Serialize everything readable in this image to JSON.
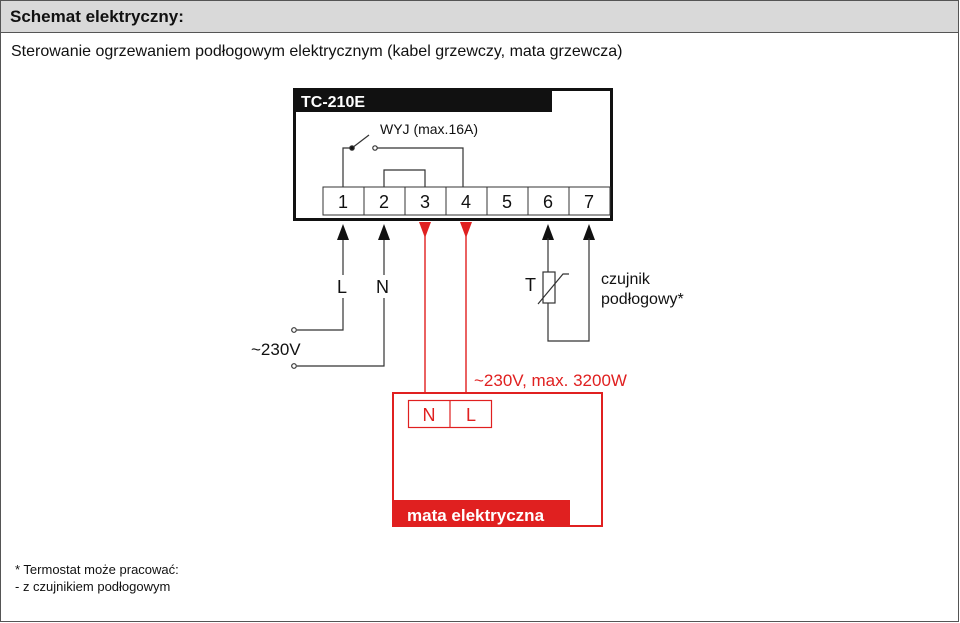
{
  "header": {
    "title": "Schemat elektryczny:"
  },
  "subtitle": "Sterowanie ogrzewaniem podłogowym elektrycznym (kabel grzewczy, mata grzewcza)",
  "controller": {
    "model": "TC-210E",
    "relay_label": "WYJ (max.16A)",
    "terminals": [
      "1",
      "2",
      "3",
      "4",
      "5",
      "6",
      "7"
    ]
  },
  "supply": {
    "l_label": "L",
    "n_label": "N",
    "voltage": "~230V"
  },
  "sensor": {
    "symbol": "T",
    "label_line1": "czujnik",
    "label_line2": "podłogowy*"
  },
  "load": {
    "rating": "~230V, max. 3200W",
    "terminals": [
      "N",
      "L"
    ],
    "name": "mata elektryczna"
  },
  "footnote": {
    "line1": "* Termostat może pracować:",
    "line2": "- z czujnikiem podłogowym"
  },
  "colors": {
    "accent_red": "#e02020",
    "header_bg": "#d9d9d9"
  }
}
